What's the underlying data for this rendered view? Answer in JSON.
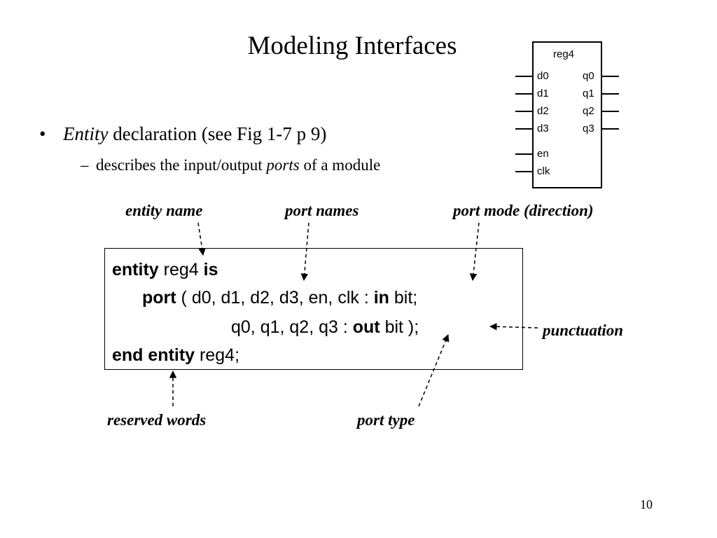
{
  "slide": {
    "title": "Modeling Interfaces",
    "bullet": {
      "marker": "•",
      "term": "Entity",
      "text": " declaration (see Fig 1-7 p 9)"
    },
    "sub_bullet": {
      "marker": "–",
      "text_before": "describes the input/output ",
      "term": "ports",
      "text_after": " of a module"
    },
    "page_number": "10"
  },
  "annotations": {
    "entity_name": "entity name",
    "port_names": "port names",
    "port_mode": "port mode (direction)",
    "punctuation": "punctuation",
    "reserved_words": "reserved words",
    "port_type": "port type"
  },
  "code": {
    "line1": {
      "kw1": "entity",
      "name": " reg4 ",
      "kw2": "is"
    },
    "line2": {
      "kw": "port",
      "ports": " ( d0, d1, d2, d3, en, clk : ",
      "mode": "in",
      "type": " bit;"
    },
    "line3": {
      "ports": "q0, q1, q2, q3 : ",
      "mode": "out",
      "type": " bit );"
    },
    "line4": {
      "kw1": "end",
      "kw2": "entity",
      "name": " reg4;"
    }
  },
  "register": {
    "name": "reg4",
    "inputs": [
      "d0",
      "d1",
      "d2",
      "d3",
      "en",
      "clk"
    ],
    "outputs": [
      "q0",
      "q1",
      "q2",
      "q3"
    ]
  }
}
